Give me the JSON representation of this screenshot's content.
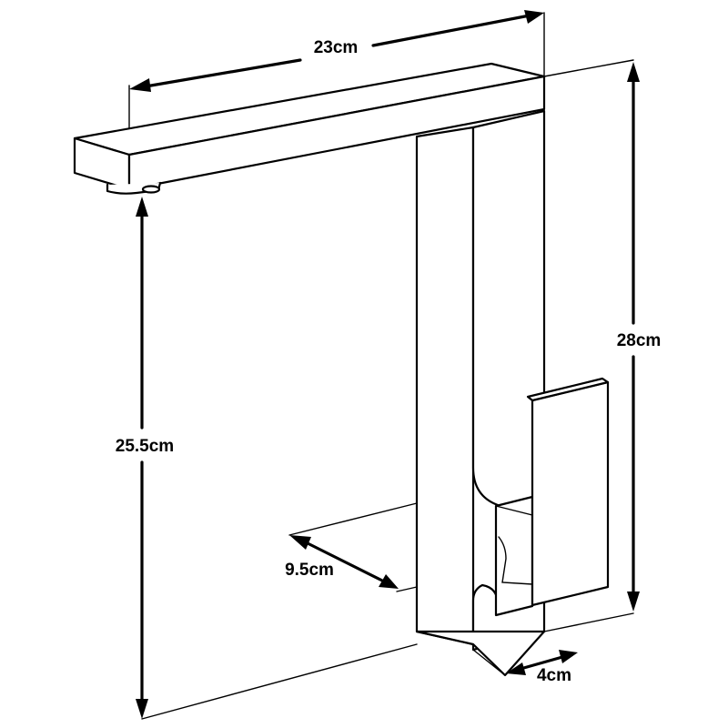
{
  "dimensions": {
    "spout_length": "23cm",
    "total_height": "28cm",
    "spout_height": "25.5cm",
    "base_depth": "9.5cm",
    "base_width": "4cm"
  },
  "colors": {
    "line": "#000000",
    "background": "#ffffff"
  }
}
